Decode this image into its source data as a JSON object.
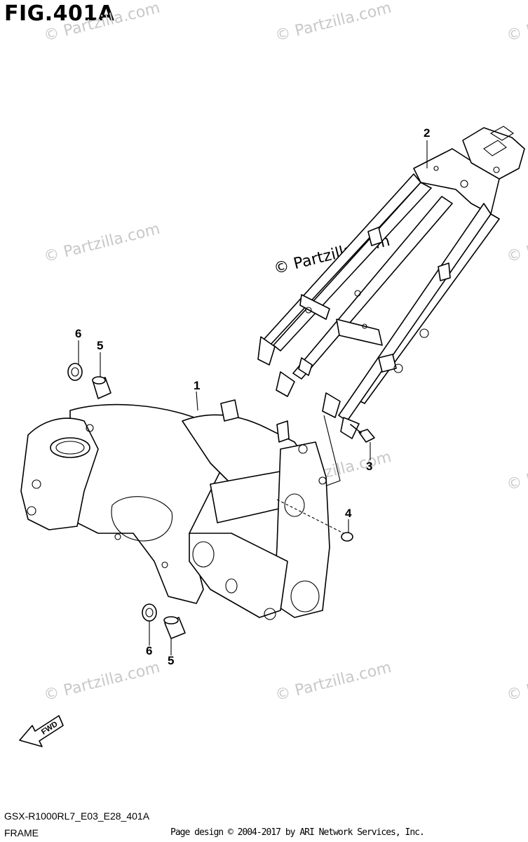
{
  "figure": {
    "title": "FIG.401A",
    "model_code": "GSX-R1000RL7_E03_E28_401A",
    "section_name": "FRAME",
    "copyright": "Page design © 2004-2017 by ARI Network Services, Inc."
  },
  "watermark": {
    "text": "© Partzilla.com",
    "faint_text": "© Partzilla.com",
    "edge_text": "© F"
  },
  "callouts": {
    "c1": "1",
    "c2": "2",
    "c3": "3",
    "c4": "4",
    "c5_top": "5",
    "c6_top": "6",
    "c5_bottom": "5",
    "c6_bottom": "6"
  },
  "fwd_label": "FWD",
  "colors": {
    "watermark": "#c8c8c8",
    "line": "#000000",
    "background": "#ffffff"
  }
}
